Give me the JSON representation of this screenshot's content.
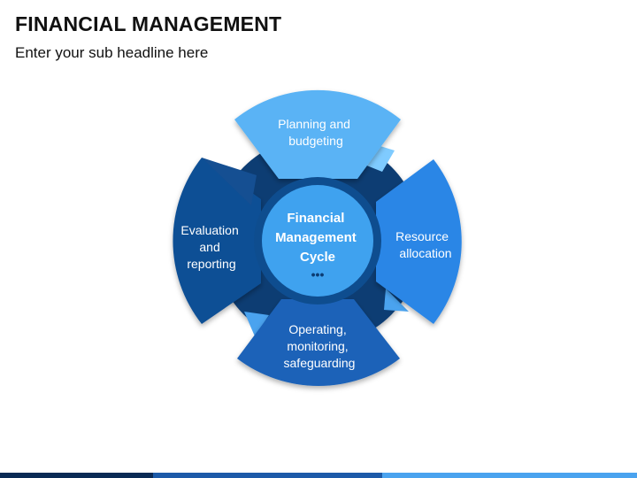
{
  "header": {
    "title": "FINANCIAL MANAGEMENT",
    "subtitle": "Enter your sub headline here"
  },
  "diagram": {
    "center": {
      "lines": [
        "Financial",
        "Management",
        "Cycle"
      ],
      "dots": "•••"
    },
    "segments": [
      {
        "id": "top",
        "lines": [
          "Planning and",
          "budgeting"
        ],
        "color": "#5ab3f5"
      },
      {
        "id": "right",
        "lines": [
          "Resource",
          "allocation"
        ],
        "color": "#2b86e6"
      },
      {
        "id": "bottom",
        "lines": [
          "Operating,",
          "monitoring,",
          "safeguarding"
        ],
        "color": "#1a62b8"
      },
      {
        "id": "left",
        "lines": [
          "Evaluation",
          "and",
          "reporting"
        ],
        "color": "#0f4f95"
      }
    ],
    "colors": {
      "ring": "#0c3c73",
      "center_fill": "#3fa2ef",
      "center_stroke": "#0e4d8f",
      "fold_light": "#7fcbff",
      "fold_mid": "#4aa3ef",
      "fold_dark": "#2d7ad8"
    }
  }
}
